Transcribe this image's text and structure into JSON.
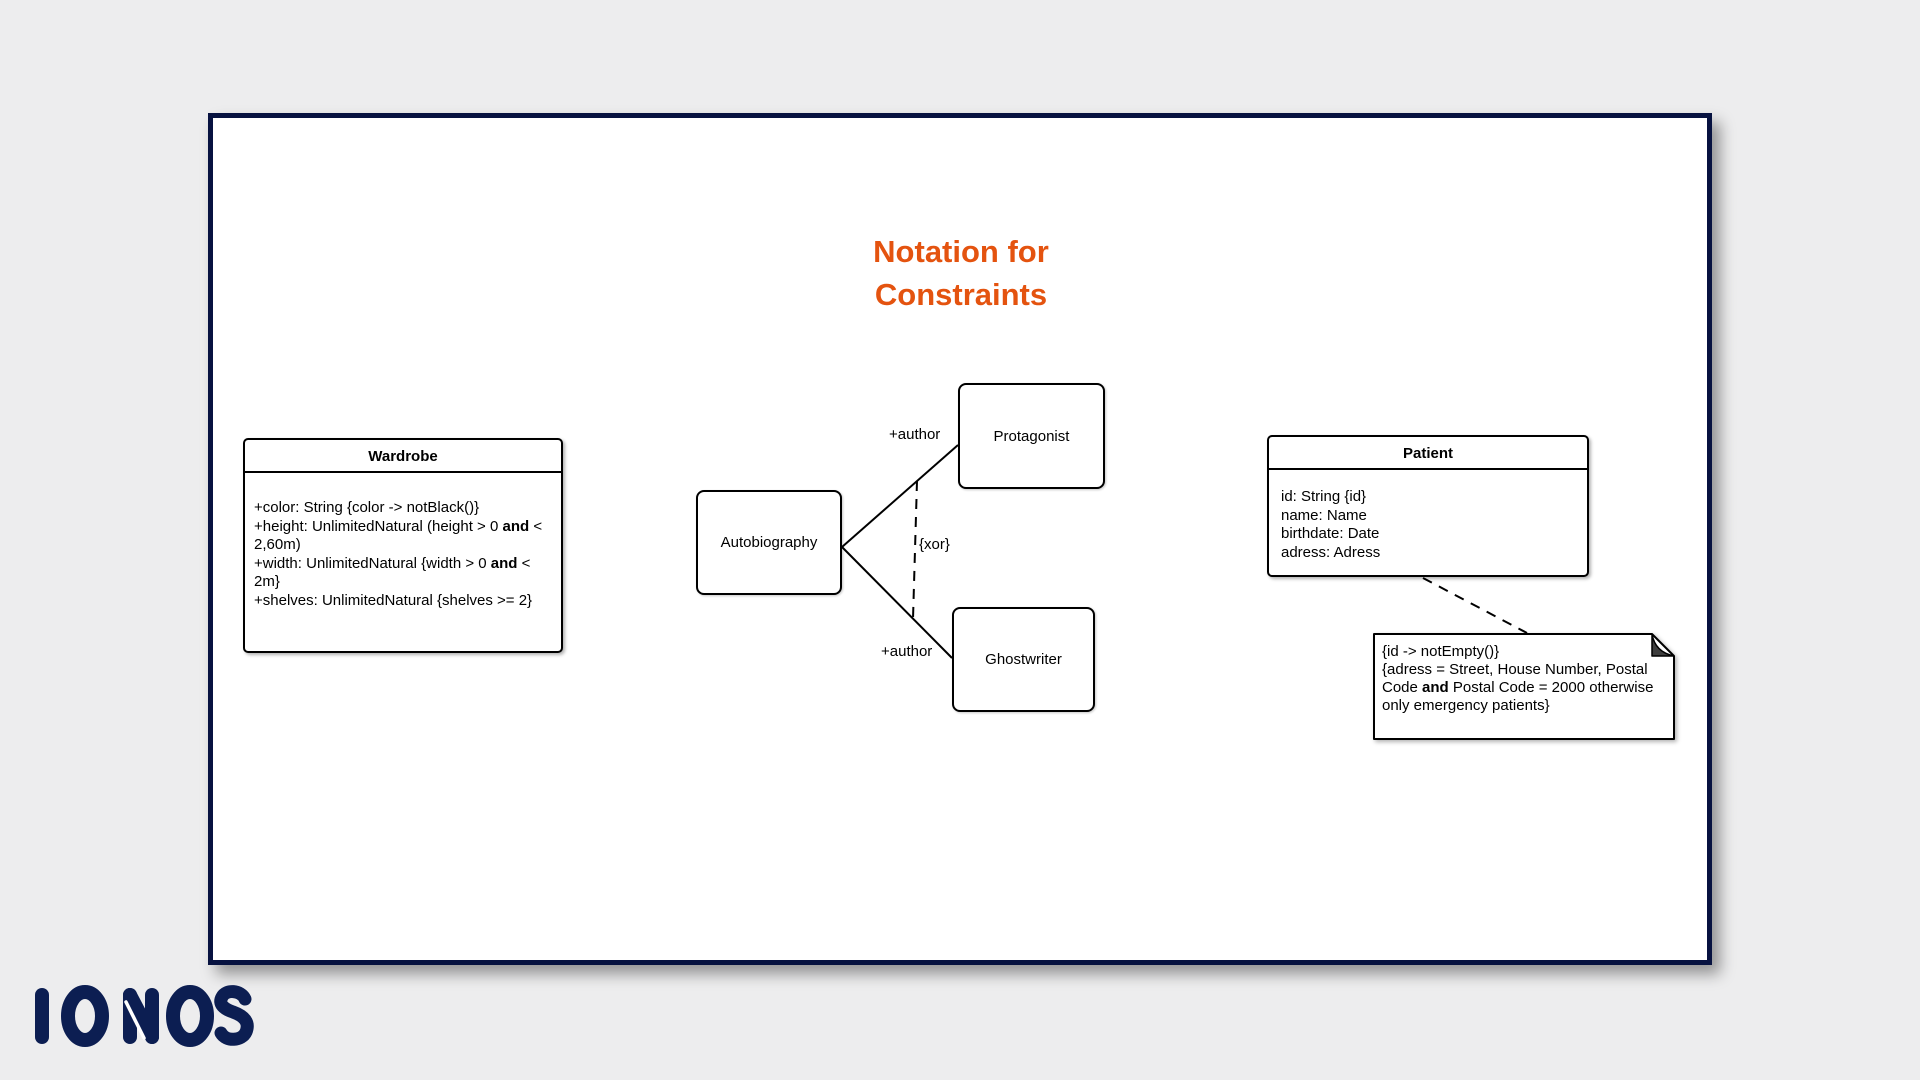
{
  "colors": {
    "accent_orange": "#E4530F",
    "brand_navy": "#0C1E52",
    "slide_border_navy": "#071240",
    "page_bg": "#EDEDEE",
    "diagram_ink": "#000000"
  },
  "title": {
    "line1": "Notation for",
    "line2": "Constraints"
  },
  "classes": {
    "wardrobe": {
      "name": "Wardrobe",
      "attributes": [
        "+color: String {color -> notBlack()}",
        "+height: UnlimitedNatural (height > 0 **and** < 2,60m)",
        "+width: UnlimitedNatural {width > 0 **and** < 2m}",
        "+shelves: UnlimitedNatural {shelves >= 2}"
      ]
    },
    "patient": {
      "name": "Patient",
      "attributes": [
        "id: String {id}",
        "name: Name",
        "birthdate: Date",
        "adress: Adress"
      ]
    }
  },
  "nodes": {
    "autobiography": "Autobiography",
    "protagonist": "Protagonist",
    "ghostwriter": "Ghostwriter"
  },
  "edge_labels": {
    "author_top": "+author",
    "xor": "{xor}",
    "author_bottom": "+author"
  },
  "note": {
    "lines": [
      "{id -> notEmpty()}",
      "{adress = Street, House Number, Postal Code **and** Postal Code = 2000 otherwise only emergency patients}"
    ]
  },
  "footer": {
    "brand": "IONOS"
  }
}
